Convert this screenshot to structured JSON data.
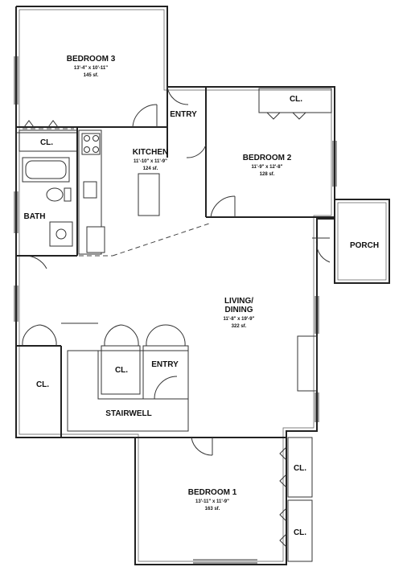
{
  "rooms": {
    "bedroom3": {
      "name": "BEDROOM 3",
      "size": "13'-4\" x 10'-11\"",
      "area": "145 sf."
    },
    "kitchen": {
      "name": "KITCHEN",
      "size": "11'-10\" x 11'-9\"",
      "area": "124 sf."
    },
    "bedroom2": {
      "name": "BEDROOM 2",
      "size": "11'-9\" x 12'-8\"",
      "area": "128 sf."
    },
    "living": {
      "name1": "LIVING/",
      "name2": "DINING",
      "size": "11'-8\" x 19'-9\"",
      "area": "322 sf."
    },
    "bedroom1": {
      "name": "BEDROOM 1",
      "size": "13'-11\" x 11'-9\"",
      "area": "163 sf."
    }
  },
  "labels": {
    "entry_top": "ENTRY",
    "entry_bottom": "ENTRY",
    "closet": "CL.",
    "bath": "BATH",
    "porch": "PORCH",
    "stairwell": "STAIRWELL"
  }
}
